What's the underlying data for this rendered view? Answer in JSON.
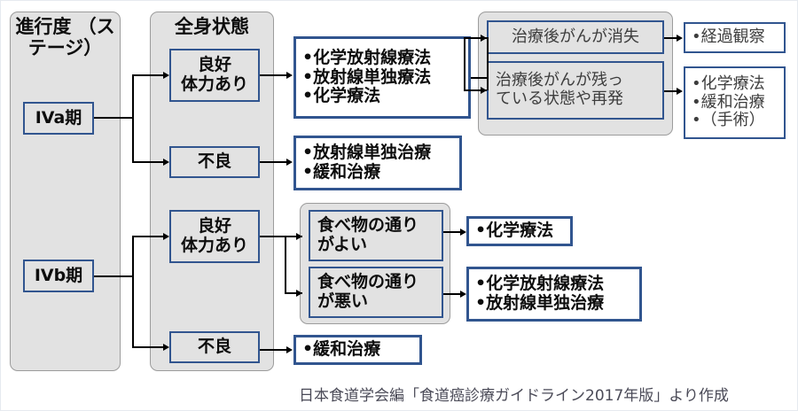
{
  "diagram": {
    "columns": [
      {
        "id": "stage",
        "title": "進行度\n（ステージ）"
      },
      {
        "id": "condition",
        "title": "全身状態"
      }
    ],
    "stages": [
      {
        "id": "iva",
        "label": "IVa期"
      },
      {
        "id": "ivb",
        "label": "IVb期"
      }
    ],
    "conditions": [
      {
        "id": "iva-good",
        "label": "良好\n体力あり"
      },
      {
        "id": "iva-poor",
        "label": "不良"
      },
      {
        "id": "ivb-good",
        "label": "良好\n体力あり"
      },
      {
        "id": "ivb-poor",
        "label": "不良"
      }
    ],
    "treatments": [
      {
        "id": "iva-good-tx",
        "label": "•化学放射線療法\n•放射線単独療法\n•化学療法"
      },
      {
        "id": "iva-poor-tx",
        "label": "•放射線単独治療\n•緩和治療"
      },
      {
        "id": "ivb-good-passage-tx",
        "label": "•化学療法"
      },
      {
        "id": "ivb-bad-passage-tx",
        "label": "•化学放射線療法\n•放射線単独治療"
      },
      {
        "id": "ivb-poor-tx",
        "label": "•緩和治療"
      }
    ],
    "passage": [
      {
        "id": "passage-good",
        "label": "食べ物の通り\nがよい"
      },
      {
        "id": "passage-bad",
        "label": "食べ物の通り\nが悪い"
      }
    ],
    "post_treatment": [
      {
        "id": "cancer-gone",
        "label": "治療後がんが消失"
      },
      {
        "id": "cancer-remains",
        "label": "治療後がんが残っ\nている状態や再発"
      }
    ],
    "outcomes": [
      {
        "id": "followup",
        "label": "•経過観察"
      },
      {
        "id": "further-tx",
        "label": "•化学療法\n•緩和治療\n•（手術）"
      }
    ],
    "citation": "日本食道学会編「食道癌診療ガイドライン2017年版」より作成",
    "colors": {
      "box_border": "#31558f",
      "panel_fill": "#e2e2e2",
      "panel_border": "#9c9c9c",
      "connector": "#000000",
      "text": "#0d0d0d",
      "citation_text": "#4a4a57"
    }
  }
}
